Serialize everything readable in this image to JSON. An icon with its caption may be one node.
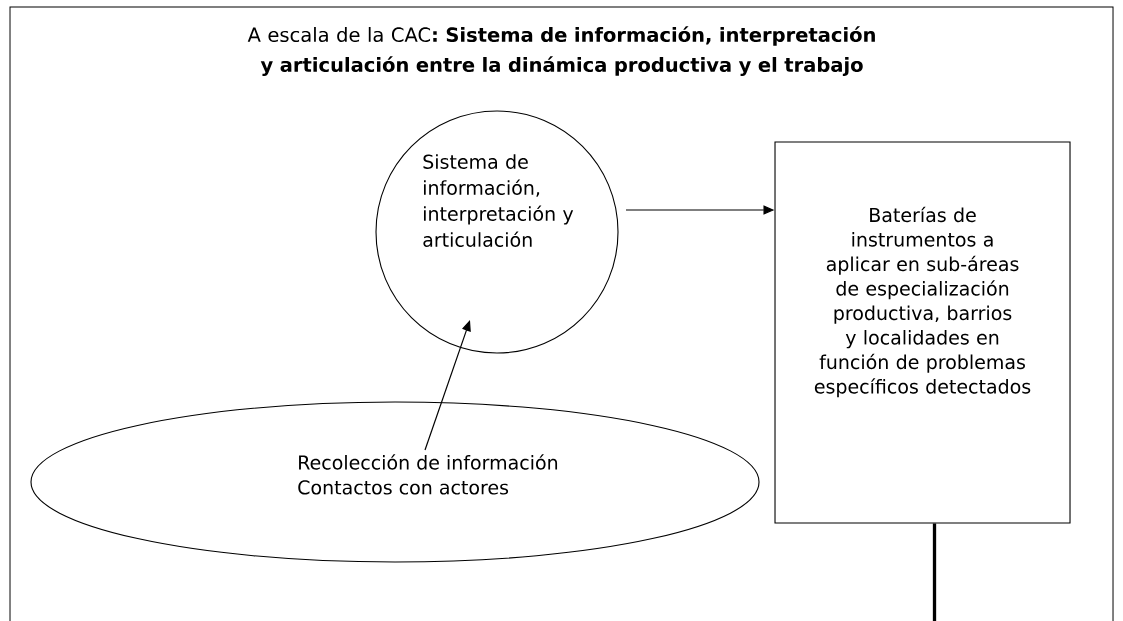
{
  "diagram": {
    "nodes": [
      {
        "text": [
          "A escala de la CAC**: Sistema de información, interpretación y articulación entre la dinámica productiva y el trabajo**"
        ]
      },
      {
        "text": [
          "Sistema de información, interpretación y articulación"
        ],
        "in": 0
      },
      {
        "text": [
          "Recolección de información",
          "Contactos con actores"
        ],
        "in": 0
      },
      {
        "text": [
          "Baterías de instrumentos a aplicar en sub-áreas de especialización productiva, barrios y localidades en función de problemas específicos detectados"
        ],
        "in": 0
      }
    ],
    "edges": [
      {
        "from": 2,
        "to": 1,
        "arrow": "to"
      },
      {
        "from": 1,
        "to": 3,
        "arrow": "to"
      },
      {
        "from": 3,
        "to": null,
        "arrow": "none",
        "style": "thick"
      }
    ]
  }
}
